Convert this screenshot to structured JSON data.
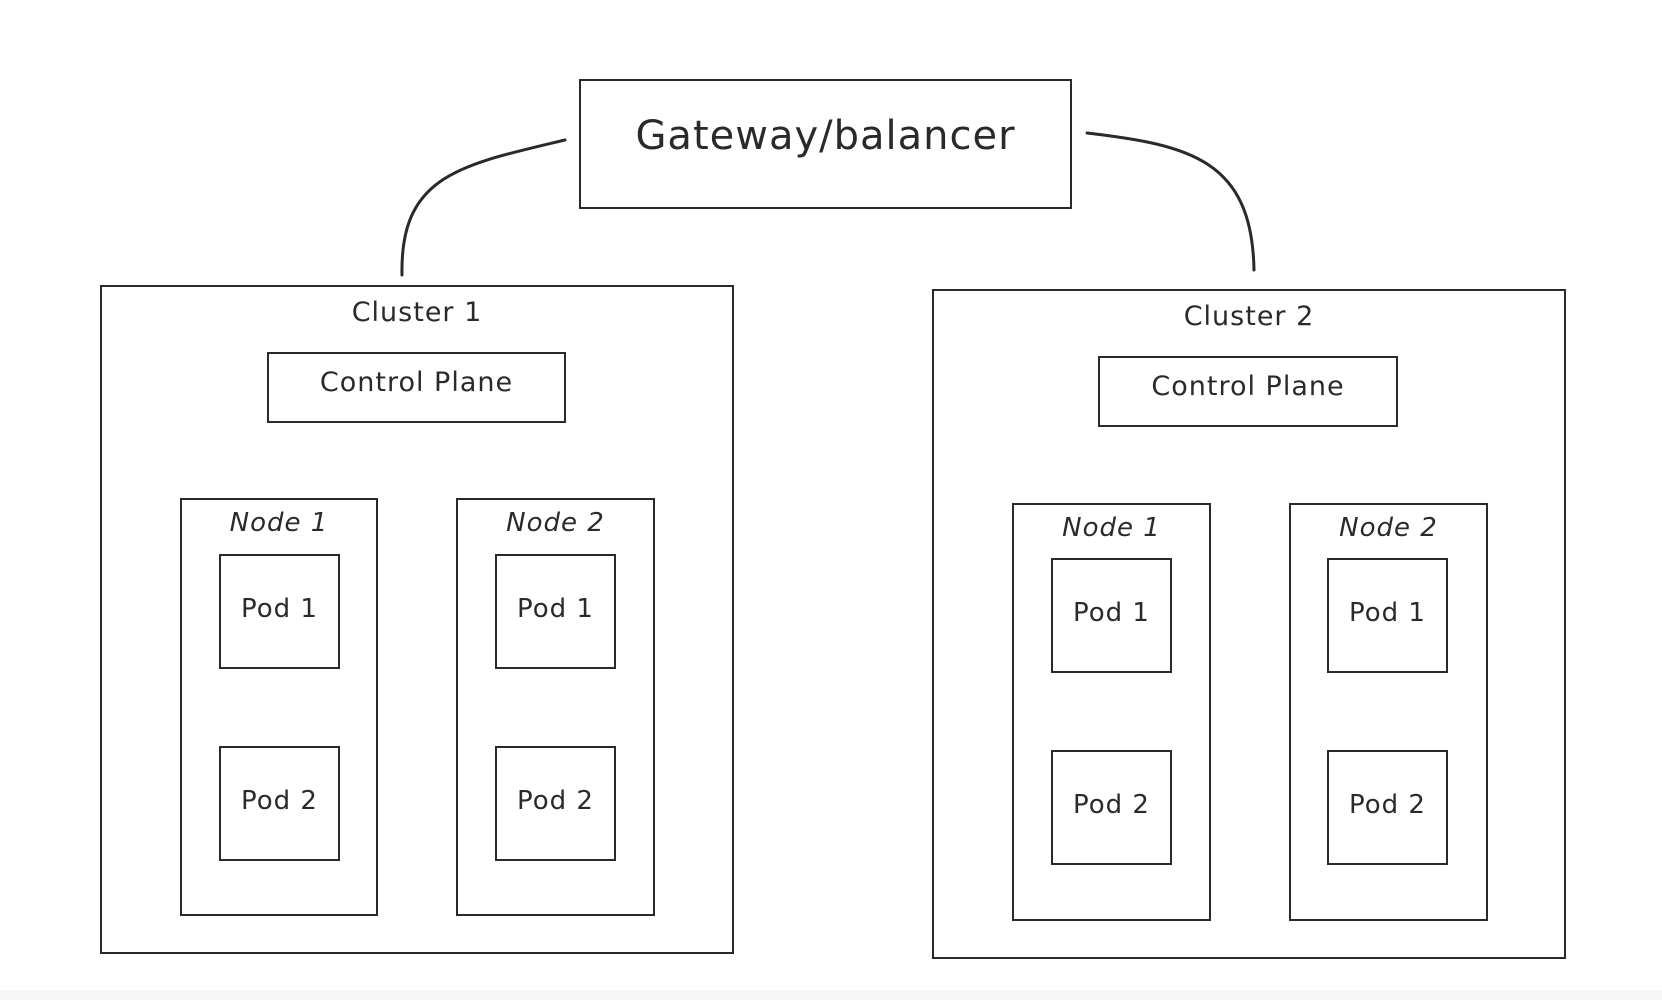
{
  "gateway": {
    "label": "Gateway/balancer"
  },
  "clusters": [
    {
      "label": "Cluster 1",
      "control_plane": "Control Plane",
      "nodes": [
        {
          "label": "Node 1",
          "pods": [
            "Pod 1",
            "Pod 2"
          ]
        },
        {
          "label": "Node 2",
          "pods": [
            "Pod 1",
            "Pod 2"
          ]
        }
      ]
    },
    {
      "label": "Cluster 2",
      "control_plane": "Control Plane",
      "nodes": [
        {
          "label": "Node 1",
          "pods": [
            "Pod 1",
            "Pod 2"
          ]
        },
        {
          "label": "Node 2",
          "pods": [
            "Pod 1",
            "Pod 2"
          ]
        }
      ]
    }
  ],
  "colors": {
    "stroke": "#2a2a2a",
    "background": "#ffffff"
  }
}
